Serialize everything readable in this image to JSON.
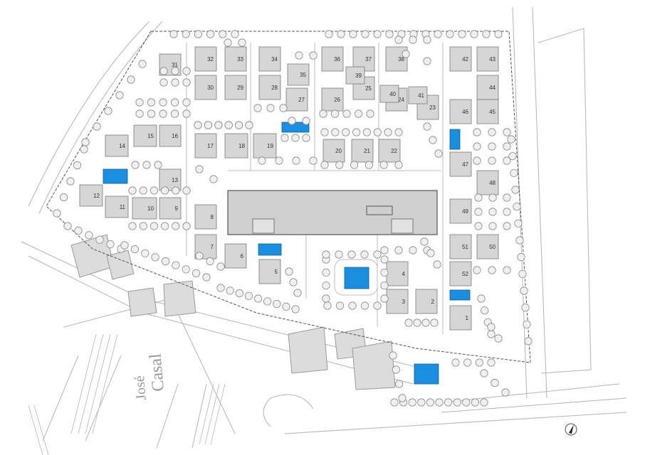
{
  "map": {
    "colors": {
      "background": "#ffffff",
      "building": "#d6d6d6",
      "building_stroke": "#7a7a7a",
      "pool": "#1a8fe0",
      "tree_fill": "#f0f0f0",
      "tree_stroke": "#8a8a8a",
      "line": "#b5b5b5",
      "boundary": "#555555"
    },
    "street_labels": [
      "Casal",
      "José"
    ],
    "lots": [
      {
        "id": "1",
        "label": "1"
      },
      {
        "id": "2",
        "label": "2"
      },
      {
        "id": "3",
        "label": "3"
      },
      {
        "id": "4",
        "label": "4"
      },
      {
        "id": "5",
        "label": "5"
      },
      {
        "id": "6",
        "label": "6"
      },
      {
        "id": "7",
        "label": "7"
      },
      {
        "id": "8",
        "label": "8"
      },
      {
        "id": "9",
        "label": "9"
      },
      {
        "id": "10",
        "label": "10"
      },
      {
        "id": "11",
        "label": "11"
      },
      {
        "id": "12",
        "label": "12"
      },
      {
        "id": "13",
        "label": "13"
      },
      {
        "id": "14",
        "label": "14"
      },
      {
        "id": "15",
        "label": "15"
      },
      {
        "id": "16",
        "label": "16"
      },
      {
        "id": "17",
        "label": "17"
      },
      {
        "id": "18",
        "label": "18"
      },
      {
        "id": "19",
        "label": "19"
      },
      {
        "id": "20",
        "label": "20"
      },
      {
        "id": "21",
        "label": "21"
      },
      {
        "id": "22",
        "label": "22"
      },
      {
        "id": "23",
        "label": "23"
      },
      {
        "id": "24",
        "label": "24"
      },
      {
        "id": "25",
        "label": "25"
      },
      {
        "id": "26",
        "label": "26"
      },
      {
        "id": "27",
        "label": "27"
      },
      {
        "id": "28",
        "label": "28"
      },
      {
        "id": "29",
        "label": "29"
      },
      {
        "id": "30",
        "label": "30"
      },
      {
        "id": "31",
        "label": "31"
      },
      {
        "id": "32",
        "label": "32"
      },
      {
        "id": "33",
        "label": "33"
      },
      {
        "id": "34",
        "label": "34"
      },
      {
        "id": "35",
        "label": "35"
      },
      {
        "id": "36",
        "label": "36"
      },
      {
        "id": "37",
        "label": "37"
      },
      {
        "id": "38",
        "label": "38"
      },
      {
        "id": "39",
        "label": "39"
      },
      {
        "id": "40",
        "label": "40"
      },
      {
        "id": "41",
        "label": "41"
      },
      {
        "id": "42",
        "label": "42"
      },
      {
        "id": "43",
        "label": "43"
      },
      {
        "id": "44",
        "label": "44"
      },
      {
        "id": "45",
        "label": "45"
      },
      {
        "id": "46",
        "label": "46"
      },
      {
        "id": "47",
        "label": "47"
      },
      {
        "id": "48",
        "label": "48"
      },
      {
        "id": "49",
        "label": "49"
      },
      {
        "id": "50",
        "label": "50"
      },
      {
        "id": "51",
        "label": "51"
      },
      {
        "id": "52",
        "label": "52"
      }
    ],
    "pools": [
      "pool-1",
      "pool-2",
      "pool-3",
      "pool-4",
      "pool-5",
      "pool-6",
      "pool-7"
    ],
    "features": [
      "central-building",
      "north-arrow-icon",
      "site-boundary",
      "tree-rows"
    ]
  }
}
